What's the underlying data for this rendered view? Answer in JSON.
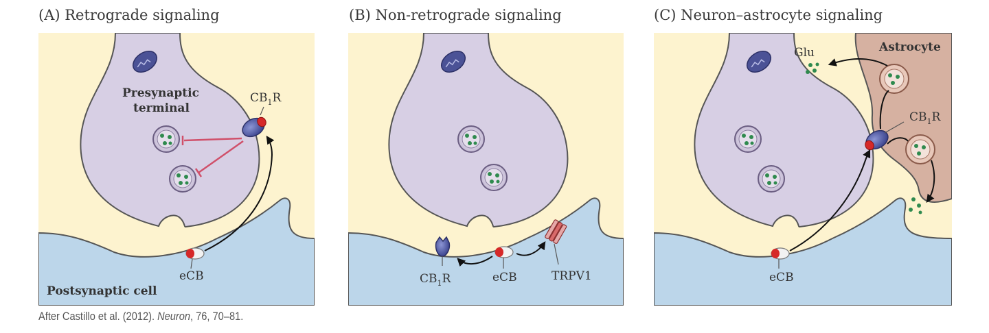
{
  "panels": {
    "a": {
      "title": "(A)  Retrograde signaling",
      "labels": {
        "presynaptic_line1": "Presynaptic",
        "presynaptic_line2": "terminal",
        "receptor": "CB",
        "receptor_sub": "1",
        "receptor_suffix": "R",
        "ecb": "eCB",
        "postsynaptic": "Postsynaptic cell"
      }
    },
    "b": {
      "title": "(B)  Non-retrograde signaling",
      "labels": {
        "receptor": "CB",
        "receptor_sub": "1",
        "receptor_suffix": "R",
        "ecb": "eCB",
        "trpv1": "TRPV1"
      }
    },
    "c": {
      "title": "(C)  Neuron–astrocyte signaling",
      "labels": {
        "glu": "Glu",
        "astrocyte": "Astrocyte",
        "receptor": "CB",
        "receptor_sub": "1",
        "receptor_suffix": "R",
        "ecb": "eCB"
      }
    }
  },
  "caption": {
    "prefix": "After Castillo et al. (2012). ",
    "journal": "Neuron",
    "suffix": ", 76, 70–81."
  },
  "colors": {
    "background": "#fdf3cf",
    "presynaptic": "#d7cfe4",
    "postsynaptic": "#bcd6ea",
    "astrocyte": "#d6b1a1",
    "inhibition": "#d0506a"
  }
}
